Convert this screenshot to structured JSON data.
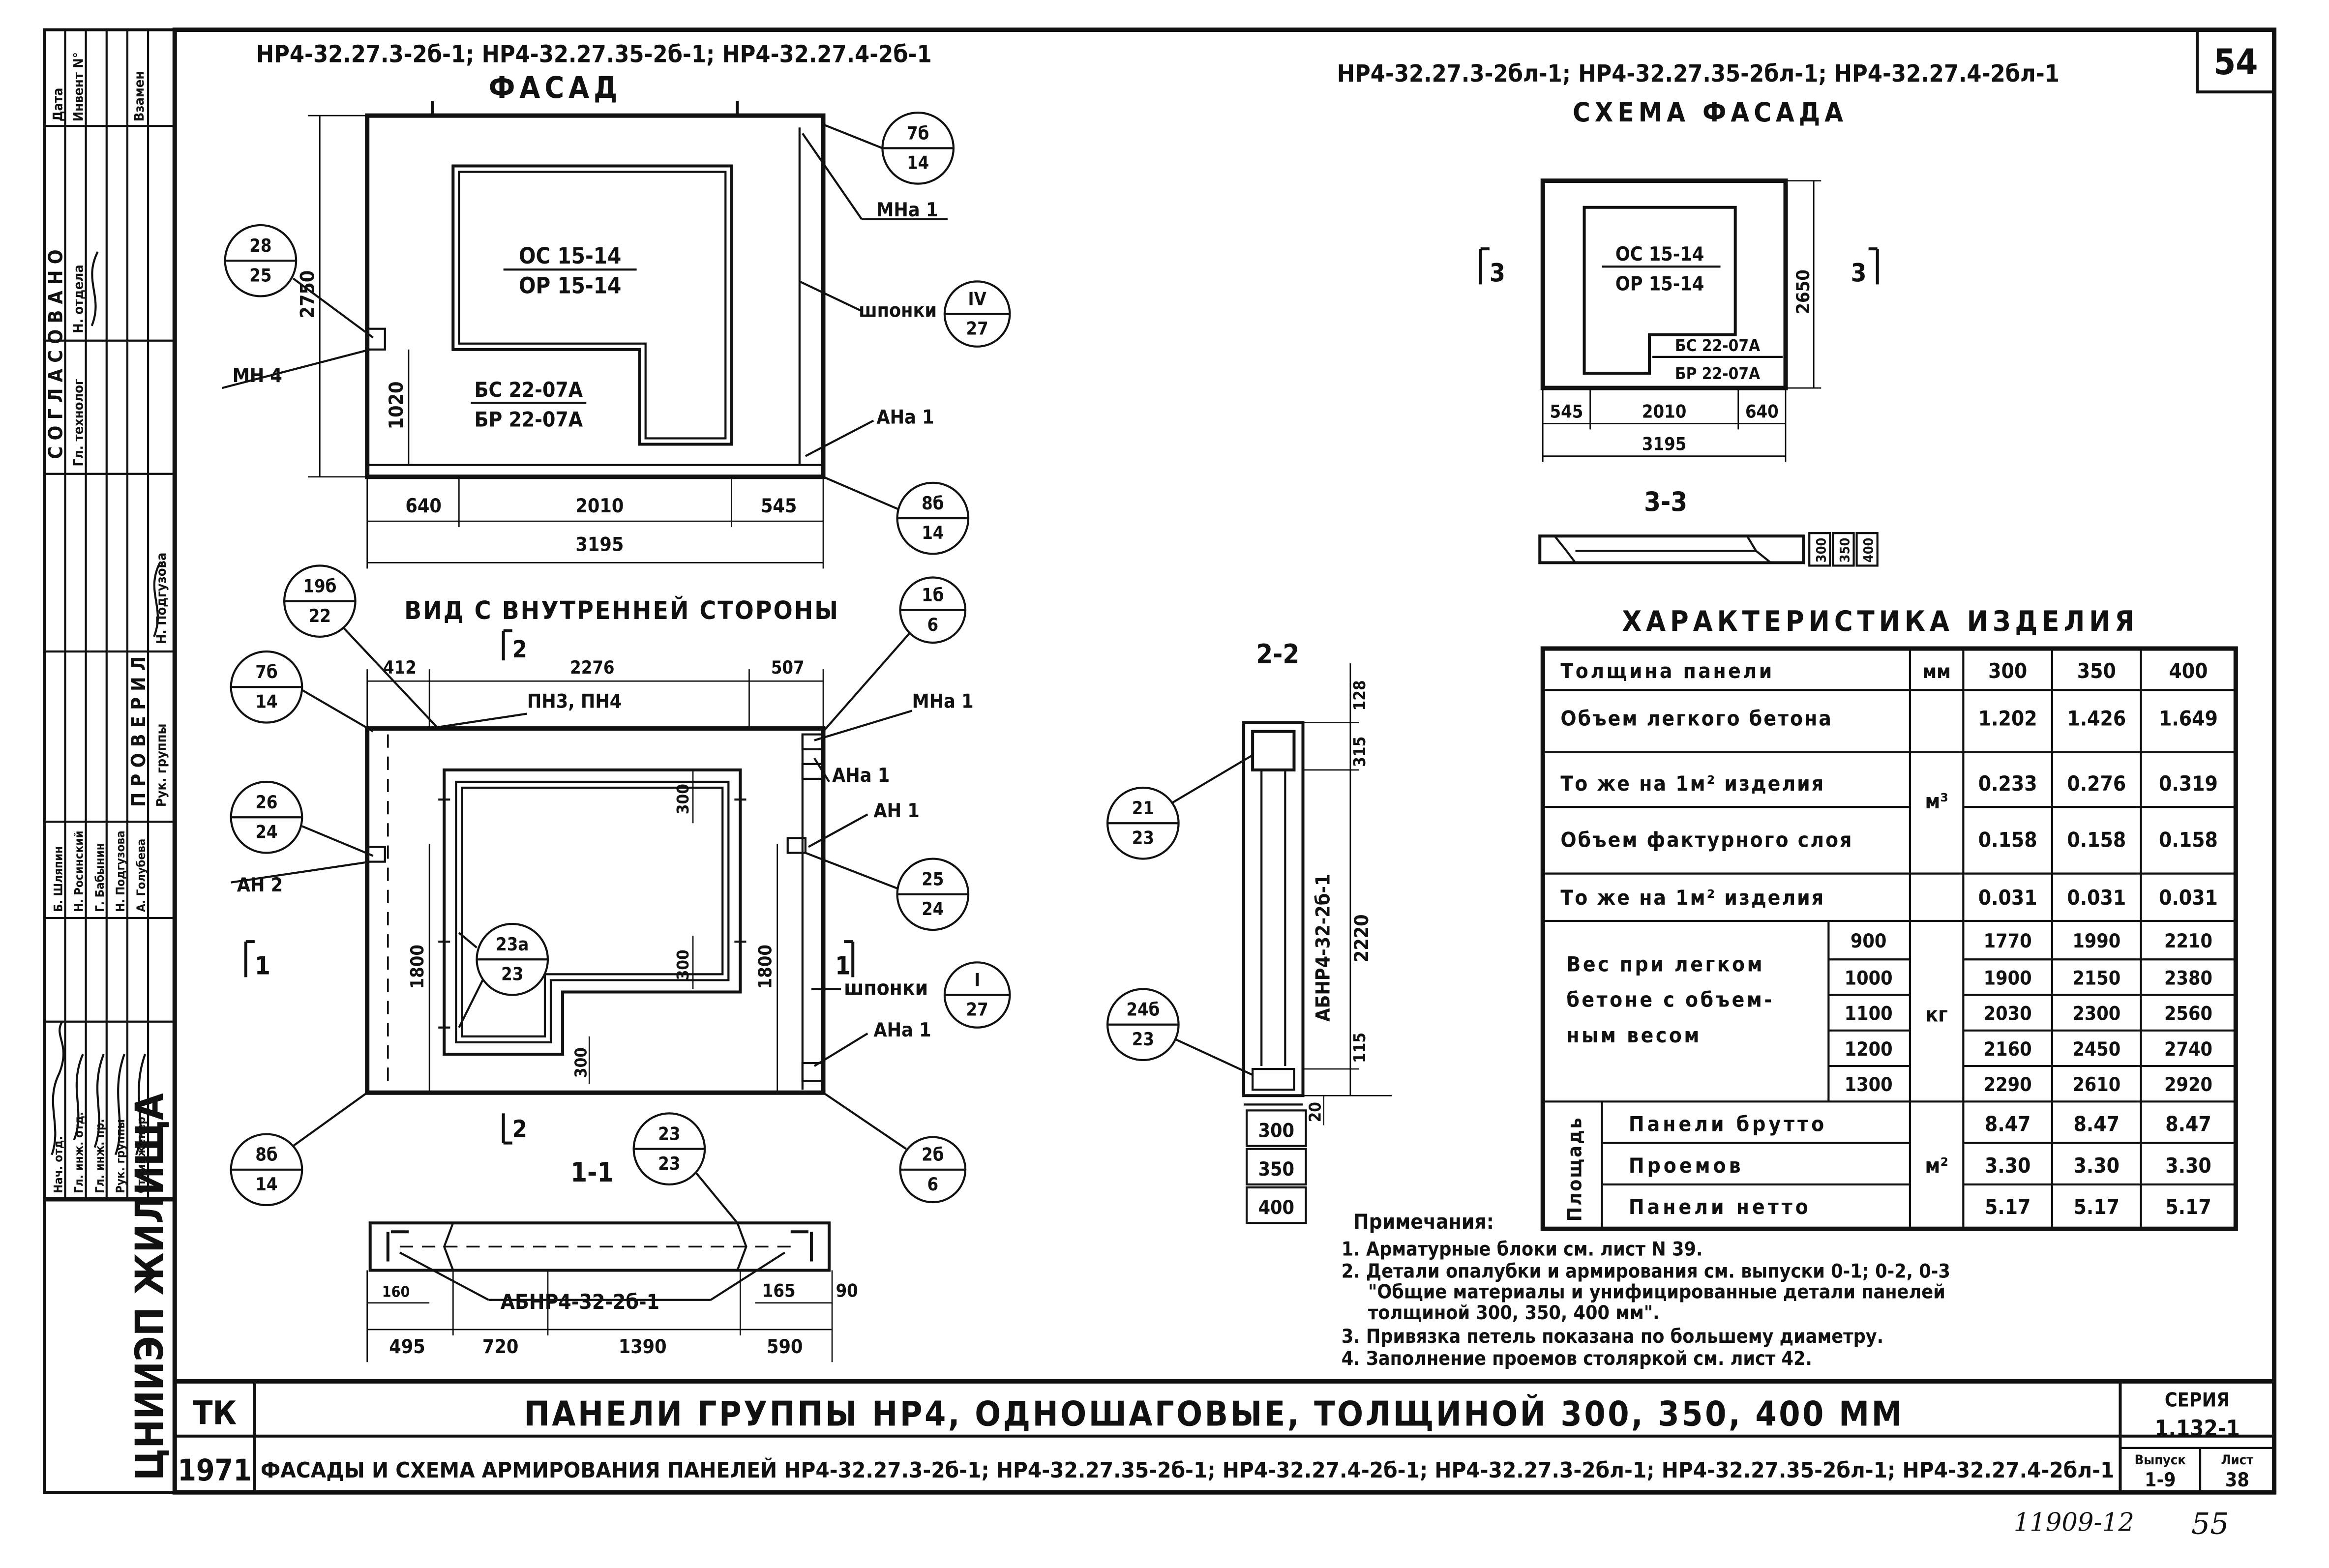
{
  "sheet_number": "54",
  "facade": {
    "marks": "НР4-32.27.3-2б-1; НР4-32.27.35-2б-1; НР4-32.27.4-2б-1",
    "title": "ФАСАД",
    "opening_top": "ОС 15-14",
    "opening_bottom": "ОР 15-14",
    "door_top": "БС 22-07А",
    "door_bottom": "БР 22-07А",
    "height_dim": "2750",
    "sill_dim": "1020",
    "bottom_dims": [
      "640",
      "2010",
      "545"
    ],
    "overall_dim": "3195",
    "label_mn4": "МН 4",
    "label_mna1": "МНа 1",
    "label_shponki": "шпонки",
    "label_ana1": "АНа 1",
    "c_28": [
      "28",
      "25"
    ],
    "c_7b": [
      "7б",
      "14"
    ],
    "c_shp": [
      "IV",
      "27"
    ],
    "c_8b": [
      "8б",
      "14"
    ]
  },
  "scheme": {
    "marks": "НР4-32.27.3-2бл-1; НР4-32.27.35-2бл-1; НР4-32.27.4-2бл-1",
    "title": "СХЕМА ФАСАДА",
    "opening_top": "ОС 15-14",
    "opening_bottom": "ОР 15-14",
    "door_top": "БС 22-07А",
    "door_bottom": "БР 22-07А",
    "height_dim": "2650",
    "bottom_dims": [
      "545",
      "2010",
      "640"
    ],
    "overall_dim": "3195",
    "cut_left": "3",
    "cut_right": "3"
  },
  "section33": {
    "title": "3-3",
    "dims": [
      "300",
      "350",
      "400"
    ]
  },
  "inner": {
    "title": "ВИД С ВНУТРЕННЕЙ СТОРОНЫ",
    "top_dims": [
      "412",
      "2276",
      "507"
    ],
    "label_pn": "ПН3, ПН4",
    "label_mna1": "МНа 1",
    "label_ana1_top": "АНа 1",
    "label_an1": "АН 1",
    "label_an2": "АН 2",
    "label_shponki": "шпонки",
    "label_ana1_bottom": "АНа 1",
    "dim_300_top": "300",
    "dim_300_mid": "300",
    "dim_300_bottom": "300",
    "dim_1800_left": "1800",
    "dim_1800_right": "1800",
    "cut_top": "2",
    "cut_bottom": "2",
    "cut_left": "1",
    "cut_right": "1",
    "c_19b": [
      "19б",
      "22"
    ],
    "c_1b": [
      "1б",
      "6"
    ],
    "c_7b": [
      "7б",
      "14"
    ],
    "c_26": [
      "26",
      "24"
    ],
    "c_25": [
      "25",
      "24"
    ],
    "c_23a": [
      "23а",
      "23"
    ],
    "c_I": [
      "I",
      "27"
    ],
    "c_8b": [
      "8б",
      "14"
    ],
    "c_2b": [
      "2б",
      "6"
    ]
  },
  "section11": {
    "title": "1-1",
    "label": "АБНР4-32-2б-1",
    "small_dims": [
      "160",
      "165",
      "90"
    ],
    "bottom_dims": [
      "495",
      "720",
      "1390",
      "590"
    ],
    "c_23": [
      "23",
      "23"
    ]
  },
  "section22": {
    "title": "2-2",
    "label": "АБНР4-32-2б-1",
    "dims_right": [
      "128",
      "315",
      "2220",
      "115"
    ],
    "dim_20": "20",
    "thick": [
      "300",
      "350",
      "400"
    ],
    "c_21": [
      "21",
      "23"
    ],
    "c_24b": [
      "24б",
      "23"
    ]
  },
  "table": {
    "title": "ХАРАКТЕРИСТИКА ИЗДЕЛИЯ",
    "r_thick": "Толщина панели",
    "u_mm": "мм",
    "h": [
      "300",
      "350",
      "400"
    ],
    "r_vol": "Объем легкого бетона",
    "v_vol": [
      "1.202",
      "1.426",
      "1.649"
    ],
    "r_vol_m2": "То же на 1м² изделия",
    "u_m3": "м³",
    "v_vol_m2": [
      "0.233",
      "0.276",
      "0.319"
    ],
    "r_fakt": "Объем фактурного слоя",
    "v_fakt": [
      "0.158",
      "0.158",
      "0.158"
    ],
    "r_fakt_m2": "То же на 1м² изделия",
    "v_fakt_m2": [
      "0.031",
      "0.031",
      "0.031"
    ],
    "r_weight_1": "Вес при легком",
    "r_weight_2": "бетоне с объем-",
    "r_weight_3": "ным весом",
    "u_kg": "кг",
    "weights": [
      {
        "d": "900",
        "v": [
          "1770",
          "1990",
          "2210"
        ]
      },
      {
        "d": "1000",
        "v": [
          "1900",
          "2150",
          "2380"
        ]
      },
      {
        "d": "1100",
        "v": [
          "2030",
          "2300",
          "2560"
        ]
      },
      {
        "d": "1200",
        "v": [
          "2160",
          "2450",
          "2740"
        ]
      },
      {
        "d": "1300",
        "v": [
          "2290",
          "2610",
          "2920"
        ]
      }
    ],
    "r_area": "Площадь",
    "u_m2": "м²",
    "r_brutto": "Панели брутто",
    "v_brutto": [
      "8.47",
      "8.47",
      "8.47"
    ],
    "r_proem": "Проемов",
    "v_proem": [
      "3.30",
      "3.30",
      "3.30"
    ],
    "r_netto": "Панели нетто",
    "v_netto": [
      "5.17",
      "5.17",
      "5.17"
    ]
  },
  "notes": {
    "title": "Примечания:",
    "n1": "1. Арматурные блоки см. лист N 39.",
    "n2a": "2. Детали опалубки и армирования см. выпуски 0-1; 0-2, 0-3",
    "n2b": "\"Общие материалы и унифицированные детали панелей",
    "n2c": "толщиной 300, 350, 400 мм\".",
    "n3": "3. Привязка петель показана по большему диаметру.",
    "n4": "4. Заполнение проемов столяркой см. лист 42."
  },
  "stamp": {
    "tk": "ТК",
    "year": "1971",
    "main_title": "ПАНЕЛИ ГРУППЫ НР4, ОДНОШАГОВЫЕ, ТОЛЩИНОЙ 300, 350, 400 ММ",
    "sub_title": "ФАСАДЫ И СХЕМА АРМИРОВАНИЯ ПАНЕЛЕЙ НР4-32.27.3-2б-1; НР4-32.27.35-2б-1; НР4-32.27.4-2б-1; НР4-32.27.3-2бл-1; НР4-32.27.35-2бл-1; НР4-32.27.4-2бл-1",
    "series_label": "СЕРИЯ",
    "series_value": "1.132-1",
    "issue_label": "Выпуск",
    "issue_value": "1-9",
    "sheet_label": "Лист",
    "sheet_value": "38",
    "bottom_num1": "11909-12",
    "bottom_num2": "55"
  },
  "side": {
    "org": "ЦНИИЭП ЖИЛИЩА",
    "soglasovano": "С О Г Л А С О В А Н О",
    "provereno": "П Р О В Е Р И Л",
    "h_data": "Дата",
    "h_inv": "Инвент N°",
    "h_vzamen": "Взамен",
    "r_tech": "Гл. технолог",
    "r_otdel": "Н. отдела",
    "r_rukgr": "Рук. группы",
    "name_podguzova": "Н. Подгузова",
    "r_nach": "Нач. отд.",
    "r_gi": "Гл. инж. отд.",
    "r_gip": "Гл. инж. пр.",
    "r_ruk": "Рук. группы",
    "r_st": "Ст. инженер",
    "n1": "Б. Шляпин",
    "n2": "Н. Росинский",
    "n3": "Г. Бабынин",
    "n4": "Н. Подгузова",
    "n5": "А. Голубева"
  }
}
